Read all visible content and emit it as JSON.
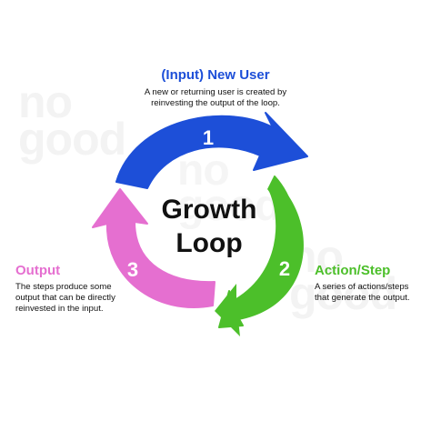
{
  "watermark": {
    "left_lines": [
      "no",
      "good"
    ],
    "mid_lines": [
      "no",
      "good"
    ],
    "right_lines": [
      "no",
      "good"
    ]
  },
  "center": {
    "line1": "Growth",
    "line2": "Loop"
  },
  "steps": [
    {
      "number": "1",
      "title": "(Input) New User",
      "description_lines": [
        "A new or returning user is created by",
        "reinvesting the output of the loop."
      ],
      "color": "#1d4fd8"
    },
    {
      "number": "2",
      "title": "Action/Step",
      "description_lines": [
        "A series of actions/steps",
        "that generate the output."
      ],
      "color": "#4cbf2a"
    },
    {
      "number": "3",
      "title": "Output",
      "description_lines": [
        "The steps produce some",
        "output that can be directly",
        "reinvested in the input."
      ],
      "color": "#e56fd0"
    }
  ]
}
